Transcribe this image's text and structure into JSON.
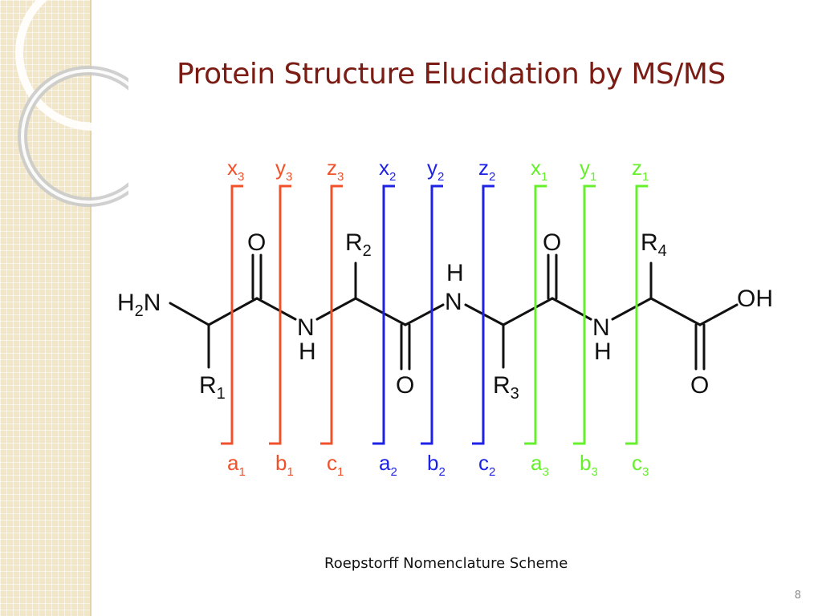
{
  "slide": {
    "title": "Protein Structure Elucidation by MS/MS",
    "caption": "Roepstorff Nomenclature Scheme",
    "page_number": "8"
  },
  "colors": {
    "title": "#7a1c13",
    "red_ions": "#f0502a",
    "blue_ions": "#1e22e6",
    "green_ions": "#66f02c",
    "side_panel": "#f1e6c8"
  },
  "structure": {
    "atoms": {
      "n_terminus": "H",
      "n_terminus_sub": "2",
      "n_terminus_tail": "N",
      "oxygen": "O",
      "amide_n": "N",
      "amide_h": "H",
      "r1": "R",
      "r1_sub": "1",
      "r2": "R",
      "r2_sub": "2",
      "r3": "R",
      "r3_sub": "3",
      "r4": "R",
      "r4_sub": "4",
      "c_terminus": "OH"
    }
  },
  "fragments": {
    "top": [
      {
        "letter": "x",
        "sub": "3",
        "color": "red"
      },
      {
        "letter": "y",
        "sub": "3",
        "color": "red"
      },
      {
        "letter": "z",
        "sub": "3",
        "color": "red"
      },
      {
        "letter": "x",
        "sub": "2",
        "color": "blue"
      },
      {
        "letter": "y",
        "sub": "2",
        "color": "blue"
      },
      {
        "letter": "z",
        "sub": "2",
        "color": "blue"
      },
      {
        "letter": "x",
        "sub": "1",
        "color": "green"
      },
      {
        "letter": "y",
        "sub": "1",
        "color": "green"
      },
      {
        "letter": "z",
        "sub": "1",
        "color": "green"
      }
    ],
    "bottom": [
      {
        "letter": "a",
        "sub": "1",
        "color": "red"
      },
      {
        "letter": "b",
        "sub": "1",
        "color": "red"
      },
      {
        "letter": "c",
        "sub": "1",
        "color": "red"
      },
      {
        "letter": "a",
        "sub": "2",
        "color": "blue"
      },
      {
        "letter": "b",
        "sub": "2",
        "color": "blue"
      },
      {
        "letter": "c",
        "sub": "2",
        "color": "blue"
      },
      {
        "letter": "a",
        "sub": "3",
        "color": "green"
      },
      {
        "letter": "b",
        "sub": "3",
        "color": "green"
      },
      {
        "letter": "c",
        "sub": "3",
        "color": "green"
      }
    ]
  }
}
